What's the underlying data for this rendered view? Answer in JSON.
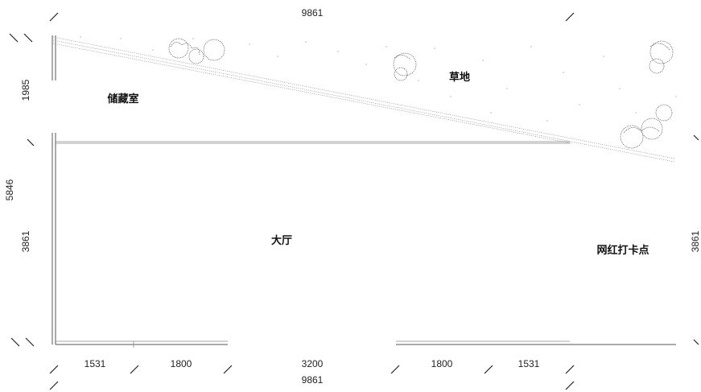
{
  "dimensions": {
    "top_total": "9861",
    "bottom_total": "9861",
    "bottom_segments": [
      "1531",
      "1800",
      "3200",
      "1800",
      "1531"
    ],
    "left_total": "5846",
    "left_upper": "1985",
    "left_lower": "3861",
    "right_lower": "3861"
  },
  "rooms": {
    "storage": "储藏室",
    "lawn": "草地",
    "hall": "大厅",
    "photo_spot": "网红打卡点"
  }
}
